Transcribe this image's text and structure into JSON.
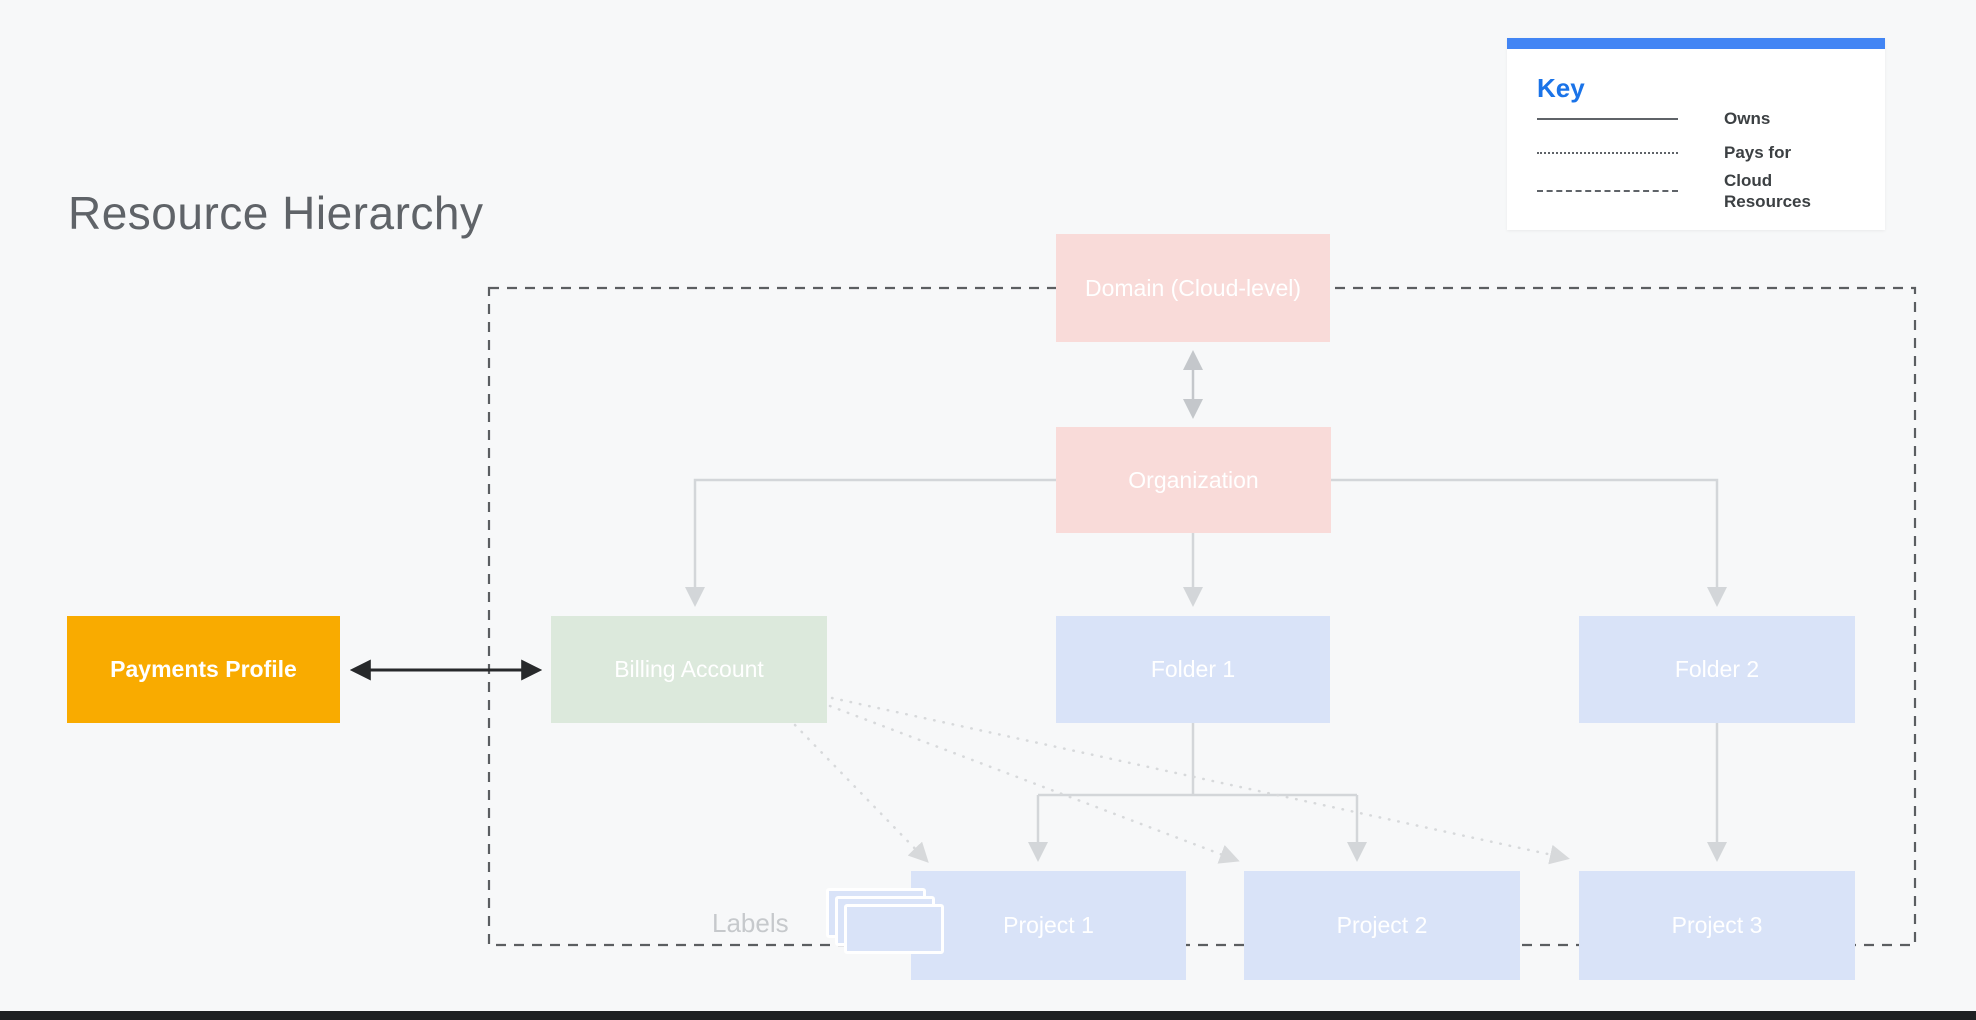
{
  "title": "Resource Hierarchy",
  "legend": {
    "title": "Key",
    "items": [
      {
        "style": "solid",
        "label": "Owns"
      },
      {
        "style": "dotted",
        "label": "Pays for"
      },
      {
        "style": "dashed",
        "label": "Cloud Resources"
      }
    ]
  },
  "nodes": {
    "domain": {
      "label": "Domain (Cloud-level)",
      "color": "#f9dbd9"
    },
    "organization": {
      "label": "Organization",
      "color": "#f9dbd9"
    },
    "payments_profile": {
      "label": "Payments Profile",
      "color": "#f9ab00"
    },
    "billing_account": {
      "label": "Billing Account",
      "color": "#dce9dc"
    },
    "folder1": {
      "label": "Folder 1",
      "color": "#d9e3f8"
    },
    "folder2": {
      "label": "Folder 2",
      "color": "#d9e3f8"
    },
    "project1": {
      "label": "Project 1",
      "color": "#d9e3f8"
    },
    "project2": {
      "label": "Project 2",
      "color": "#d9e3f8"
    },
    "project3": {
      "label": "Project 3",
      "color": "#d9e3f8"
    }
  },
  "annotations": {
    "labels": "Labels"
  },
  "colors": {
    "background": "#f7f8f9",
    "legend_bar": "#4285f4",
    "key_accent": "#1a73e8",
    "title_text": "#5f6368",
    "legend_text": "#3c4043",
    "box_text": "#ffffff",
    "owns_line": "#d3d6d9",
    "pays_for_line": "#d7d9db",
    "cloud_boundary": "#5b5e61",
    "payments_arrow": "#27292b"
  }
}
